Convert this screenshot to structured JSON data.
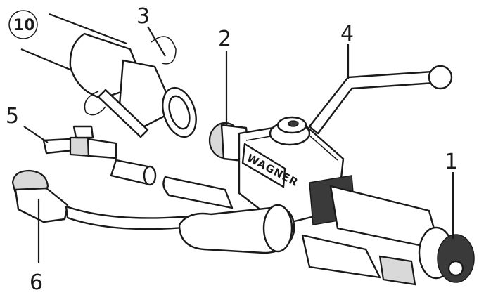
{
  "diagram": {
    "brand_label": "WAGNER",
    "callouts": [
      {
        "id": "10",
        "label": "⑩"
      },
      {
        "id": "3",
        "label": "3"
      },
      {
        "id": "2",
        "label": "2"
      },
      {
        "id": "4",
        "label": "4"
      },
      {
        "id": "5",
        "label": "5"
      },
      {
        "id": "1",
        "label": "1"
      },
      {
        "id": "6",
        "label": "6"
      }
    ]
  }
}
